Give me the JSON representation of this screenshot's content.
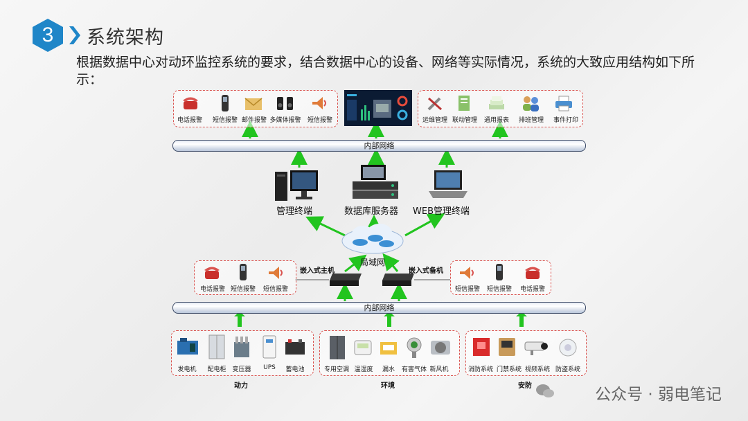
{
  "section_number": "3",
  "title": "系统架构",
  "paragraph": "根据数据中心对动环监控系统的要求，结合数据中心的设备、网络等实际情况，系统的大致应用结构如下所示：",
  "top_left_items": [
    "电话报警",
    "短信报警",
    "邮件报警",
    "多媒体报警",
    "短信报警"
  ],
  "top_right_items": [
    "运维管理",
    "联动管理",
    "通用报表",
    "排班管理",
    "事件打印"
  ],
  "network_bus_label": "内部网络",
  "terminals": {
    "management": "管理终端",
    "db_server": "数据库服务器",
    "web": "WEB管理终端"
  },
  "lan_label": "局域网",
  "hosts": {
    "primary": "嵌入式主机",
    "backup": "嵌入式备机"
  },
  "mid_left_items": [
    "电话报警",
    "短信报警",
    "短信报警"
  ],
  "mid_right_items": [
    "短信报警",
    "短信报警",
    "电话报警"
  ],
  "power_items": [
    "发电机",
    "配电柜",
    "变压器",
    "UPS",
    "蓄电池"
  ],
  "env_items": [
    "专用空调",
    "温湿度",
    "漏水",
    "有害气体",
    "新风机"
  ],
  "security_items": [
    "消防系统",
    "门禁系统",
    "视频系统",
    "防盗系统"
  ],
  "categories": {
    "power": "动力",
    "environment": "环境",
    "security": "安防"
  },
  "watermark": "公众号 · 弱电笔记",
  "colors": {
    "accent": "#1f86c8",
    "arrow": "#22c41f",
    "dash": "#d9534f"
  }
}
